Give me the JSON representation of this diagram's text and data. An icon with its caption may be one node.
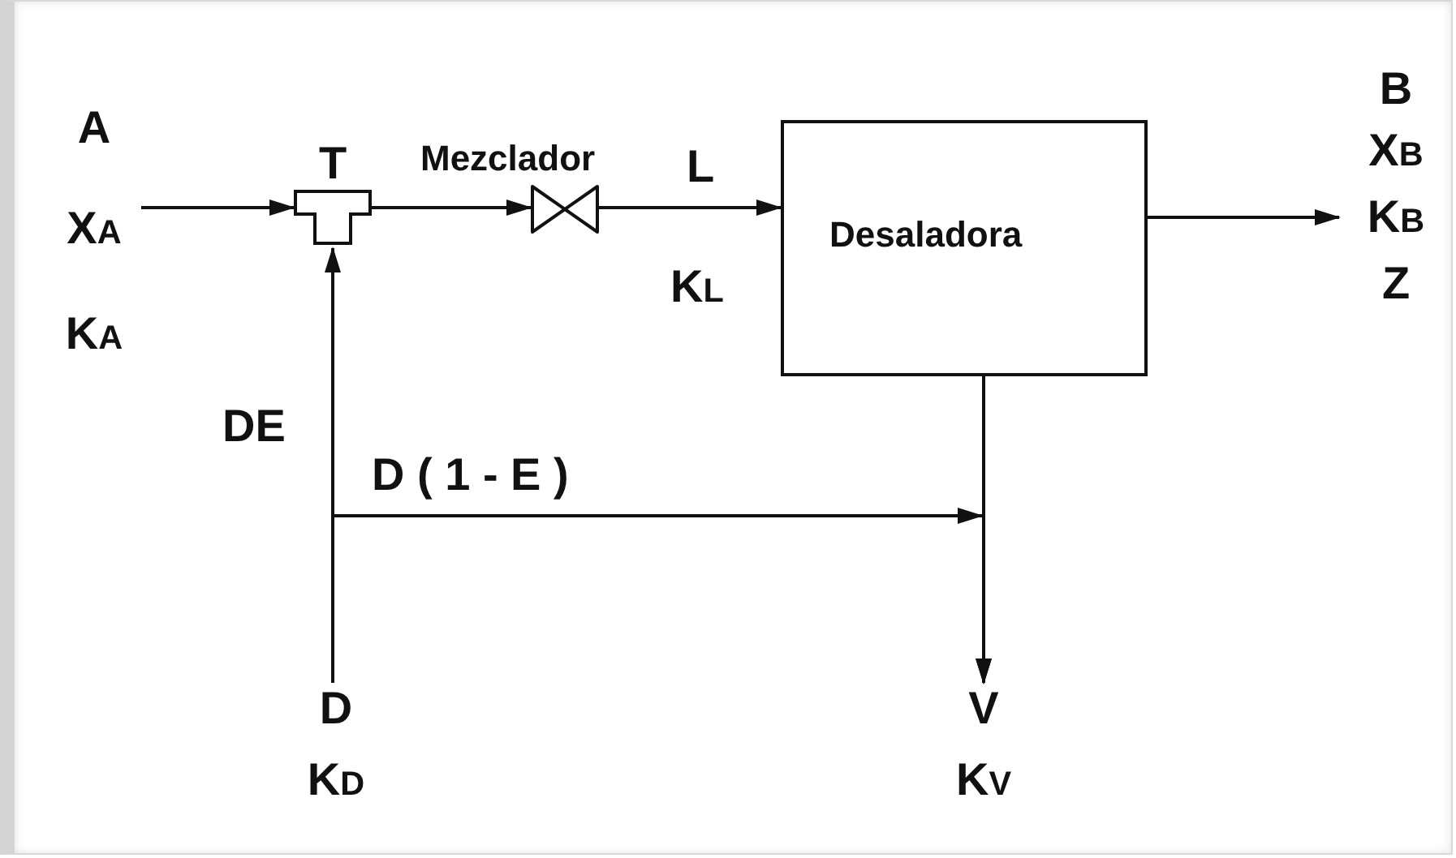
{
  "diagram": {
    "nodes": [
      {
        "text": [
          "A",
          "X$_{A}$",
          "K$_{A}$"
        ]
      },
      {
        "text": [
          "T"
        ]
      },
      {
        "text": [],
        "shape": "valve"
      },
      {
        "text": [
          "Desaladora"
        ]
      },
      {
        "text": [
          "B",
          "X$_{B}$",
          "K$_{B}$",
          "Z"
        ]
      },
      {
        "text": [
          "D",
          "K$_{D}$"
        ]
      },
      {
        "text": [
          "V",
          "K$_{V}$"
        ]
      }
    ],
    "edges": [
      {
        "from": 0,
        "to": 1,
        "arrow": "to"
      },
      {
        "from": 1,
        "to": 2,
        "arrow": "to"
      },
      {
        "from": 2,
        "to": 3,
        "arrow": "to"
      },
      {
        "from": 3,
        "to": 4,
        "arrow": "to"
      },
      {
        "from": 5,
        "to": 1,
        "arrow": "to",
        "label": "DE"
      },
      {
        "from": 5,
        "to": 6,
        "arrow": "to",
        "label": "D ( 1 - E )"
      },
      {
        "from": 3,
        "to": 6,
        "arrow": "to"
      }
    ],
    "labels": [
      "Mezclador",
      "L",
      "K$_{L}$"
    ]
  }
}
